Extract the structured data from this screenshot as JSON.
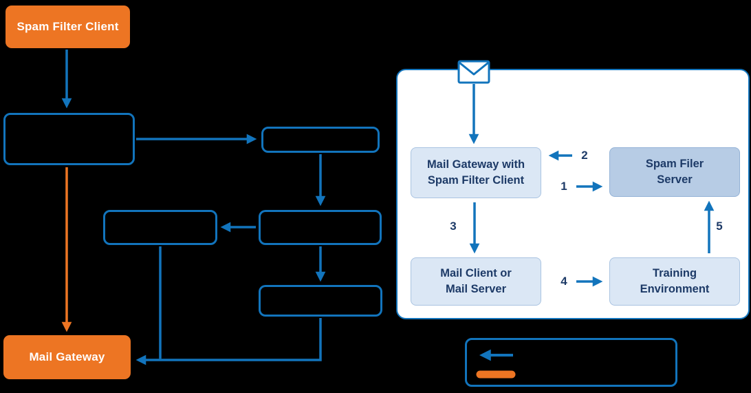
{
  "colors": {
    "background": "#000000",
    "orange": "#ED7523",
    "blue": "#1274BC",
    "panel_background": "#FFFFFF",
    "box_fill_light": "#DBE7F5",
    "box_fill_medium": "#B7CCE5",
    "text_navy": "#1D3A67",
    "text_white": "#FFFFFF"
  },
  "left_flow": {
    "spam_filter_client_label": "Spam Filter Client",
    "mail_gateway_label": "Mail Gateway"
  },
  "panel": {
    "mail_gateway_client": {
      "line1": "Mail Gateway with",
      "line2": "Spam Filter Client"
    },
    "spam_filer_server": {
      "line1": "Spam Filer",
      "line2": "Server"
    },
    "mail_client_server": {
      "line1": "Mail Client or",
      "line2": "Mail Server"
    },
    "training_environment": {
      "line1": "Training",
      "line2": "Environment"
    },
    "steps": {
      "s1": "1",
      "s2": "2",
      "s3": "3",
      "s4": "4",
      "s5": "5"
    }
  }
}
